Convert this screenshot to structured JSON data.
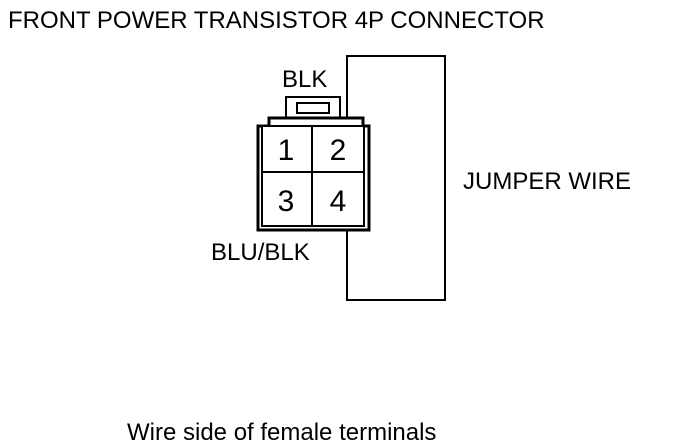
{
  "title": "FRONT POWER TRANSISTOR 4P CONNECTOR",
  "connector": {
    "pins": [
      "1",
      "2",
      "3",
      "4"
    ],
    "wire_labels": {
      "top": "BLK",
      "bottom": "BLU/BLK"
    }
  },
  "jumper_label": "JUMPER WIRE",
  "caption": "Wire side of female terminals",
  "colors": {
    "line": "#000000",
    "background": "#ffffff"
  }
}
